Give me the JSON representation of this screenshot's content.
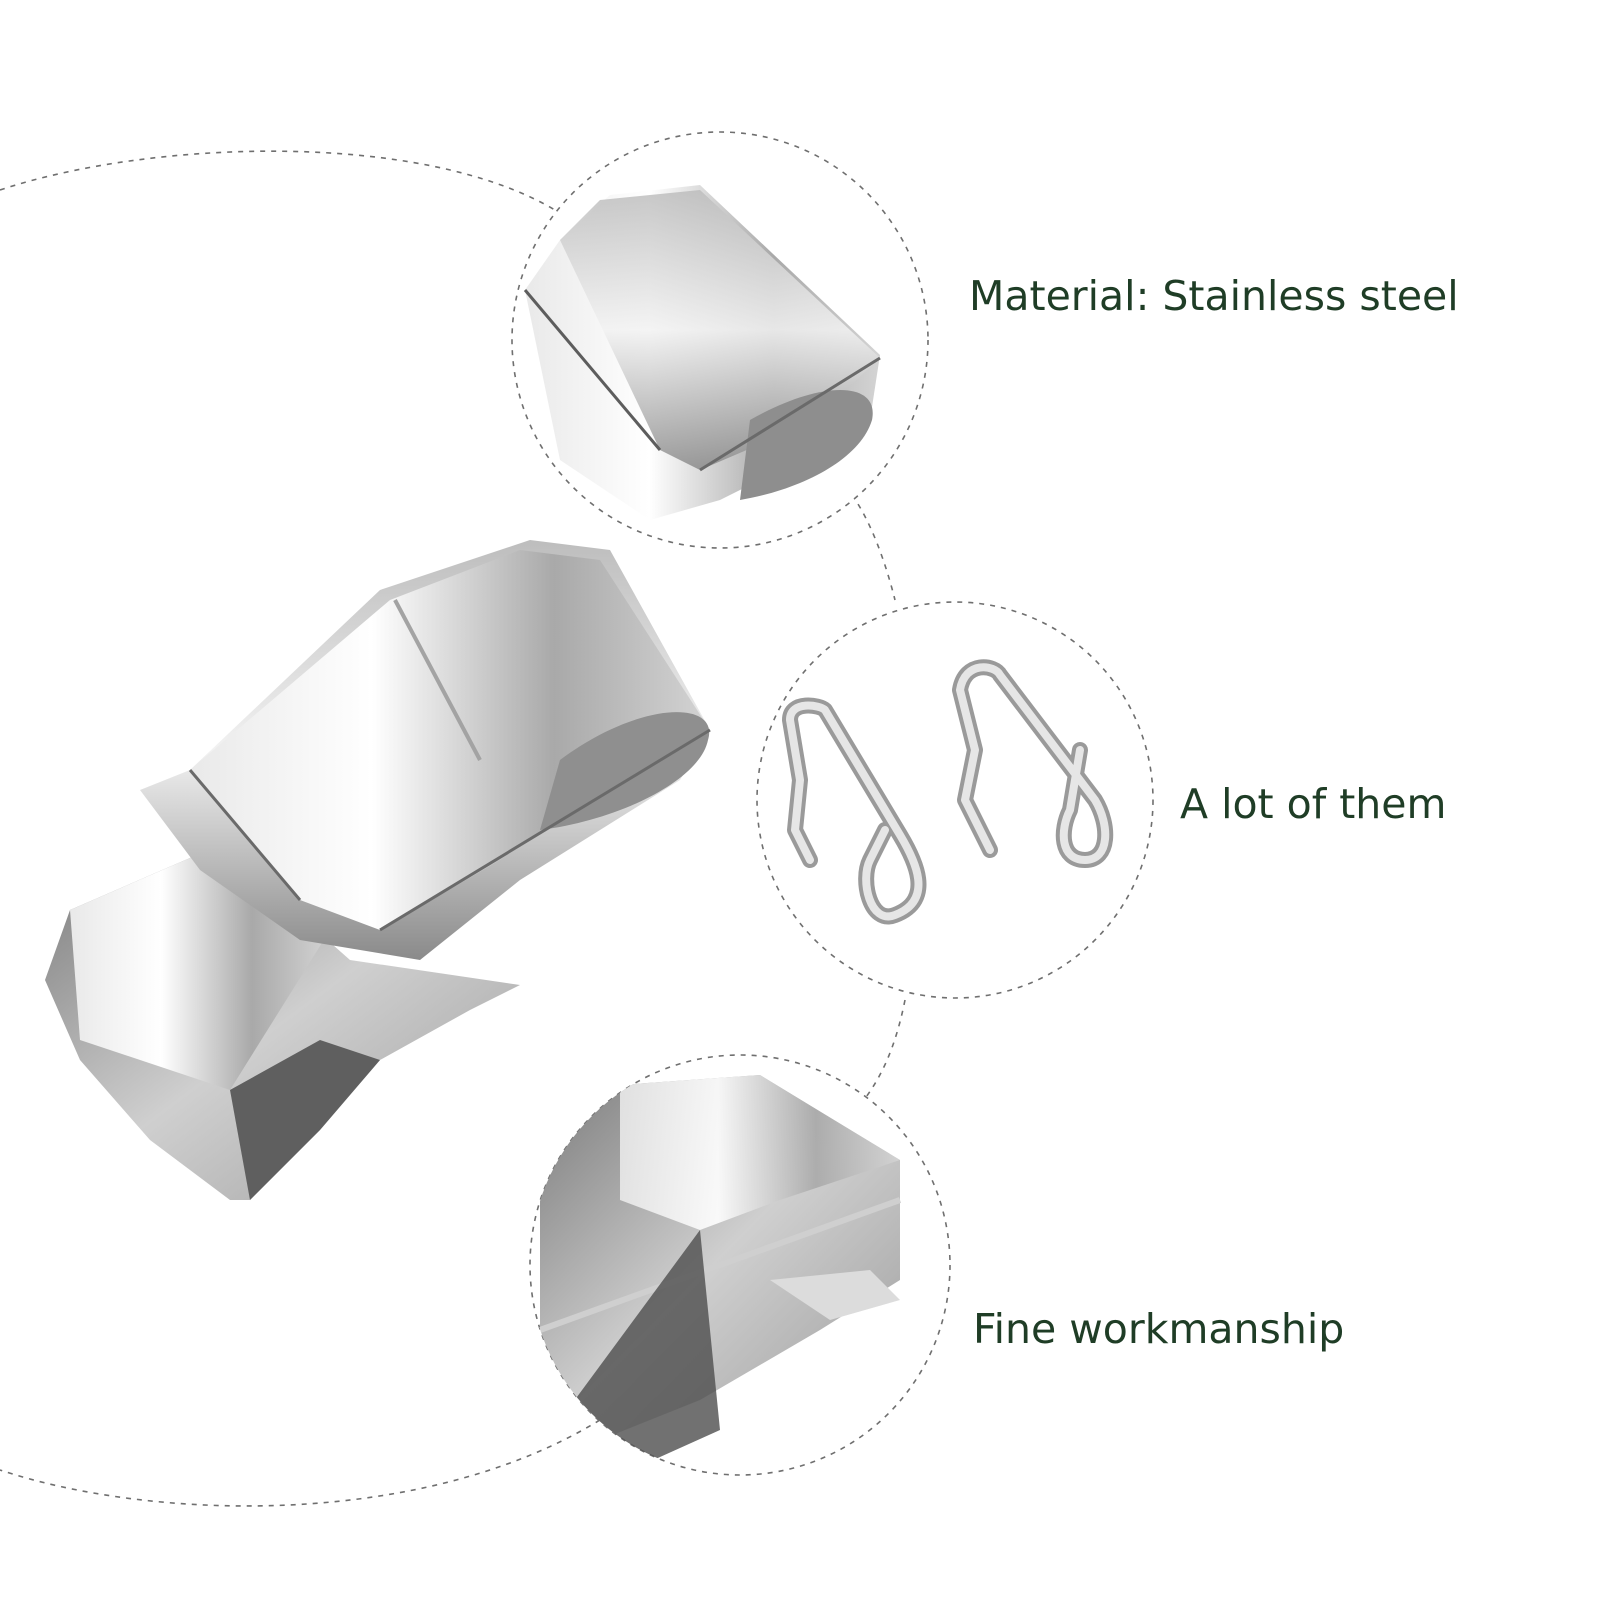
{
  "features": {
    "material": "Material: Stainless steel",
    "quantity": "A lot of them",
    "workmanship": "Fine workmanship"
  },
  "colors": {
    "label_text": "#1f3d26",
    "guide_line": "#6f6f6f",
    "steel_light": "#eeeeee",
    "steel_mid": "#b9b9b9",
    "steel_dark": "#6a6a6a"
  },
  "icons": {
    "main_product": "steel-spring-clip-photo",
    "material_detail": "clip-end-closeup-photo",
    "quantity_detail": "two-clips-photo",
    "workmanship_detail": "clip-bend-closeup-photo"
  }
}
